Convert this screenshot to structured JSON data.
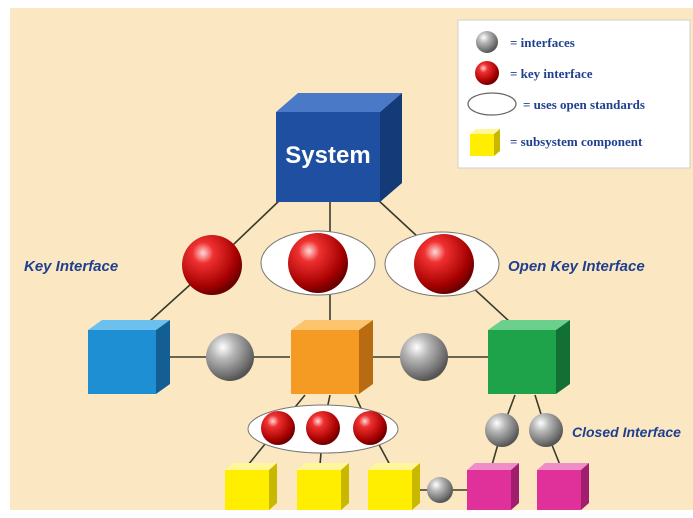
{
  "diagram": {
    "system_label": "System",
    "labels": {
      "key_interface": "Key Interface",
      "open_key_interface": "Open Key Interface",
      "closed_interface": "Closed Interface"
    },
    "legend": {
      "interfaces": "= interfaces",
      "key_interface": "= key interface",
      "open_standards": "= uses open standards",
      "subsystem": "= subsystem component"
    }
  },
  "colors": {
    "background": "#fbe8c2",
    "system": "#1f4fa0",
    "blue": "#1f8fd3",
    "orange": "#f59a22",
    "green": "#1ea24a",
    "yellow": "#ffee00",
    "magenta": "#e0309a",
    "label": "#1f3f8f"
  }
}
